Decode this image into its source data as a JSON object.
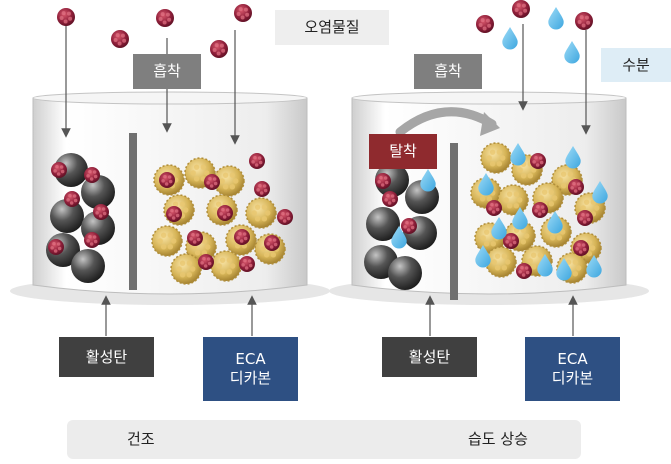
{
  "labels": {
    "pollutant": "오염물질",
    "moisture": "수분",
    "adsorption_left": "흡착",
    "adsorption_right": "흡착",
    "desorption": "탈착",
    "activated_carbon_left": "활성탄",
    "activated_carbon_right": "활성탄",
    "eca_left_line1": "ECA",
    "eca_left_line2": "디카본",
    "eca_right_line1": "ECA",
    "eca_right_line2": "디카본"
  },
  "bottom": {
    "start": "건조",
    "end": "습도 상승"
  },
  "colors": {
    "tag_gray": "#7f7f7f",
    "tag_dark": "#404040",
    "tag_navy": "#2e5083",
    "tag_red": "#8f2a2e",
    "tag_light": "#eeeeee",
    "tag_lightblue": "#deedf6",
    "pollutant": "#8f1f3a",
    "water": "#5bb8e8",
    "carbon": "#4a4a4a",
    "eca": "#d6b457"
  }
}
